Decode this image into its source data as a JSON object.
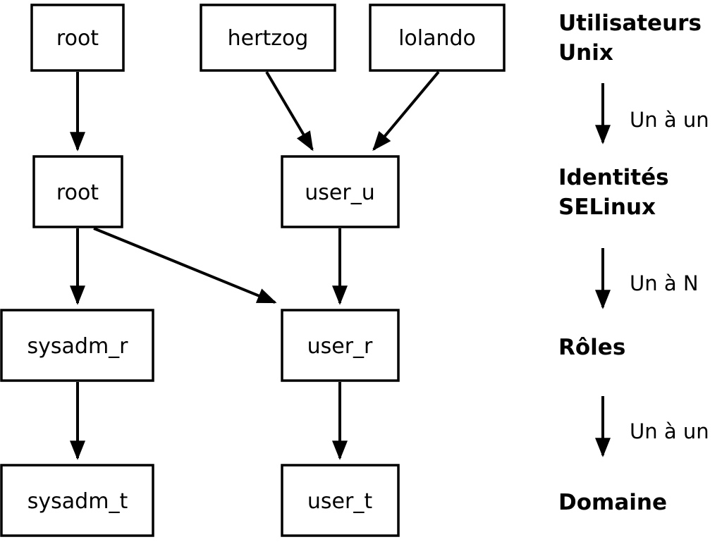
{
  "colors": {
    "background": "#ffffff",
    "line": "#000000",
    "text": "#000000"
  },
  "nodes": [
    {
      "id": "root-unix",
      "label": "root"
    },
    {
      "id": "hertzog",
      "label": "hertzog"
    },
    {
      "id": "lolando",
      "label": "lolando"
    },
    {
      "id": "root-selinux",
      "label": "root"
    },
    {
      "id": "user_u",
      "label": "user_u"
    },
    {
      "id": "sysadm_r",
      "label": "sysadm_r"
    },
    {
      "id": "user_r",
      "label": "user_r"
    },
    {
      "id": "sysadm_t",
      "label": "sysadm_t"
    },
    {
      "id": "user_t",
      "label": "user_t"
    }
  ],
  "edges": [
    {
      "from": "root-unix",
      "to": "root-selinux"
    },
    {
      "from": "hertzog",
      "to": "user_u"
    },
    {
      "from": "lolando",
      "to": "user_u"
    },
    {
      "from": "root-selinux",
      "to": "sysadm_r"
    },
    {
      "from": "root-selinux",
      "to": "user_r"
    },
    {
      "from": "user_u",
      "to": "user_r"
    },
    {
      "from": "sysadm_r",
      "to": "sysadm_t"
    },
    {
      "from": "user_r",
      "to": "user_t"
    }
  ],
  "legend": {
    "levels": [
      {
        "lines": [
          "Utilisateurs",
          "Unix"
        ]
      },
      {
        "lines": [
          "Identités",
          "SELinux"
        ]
      },
      {
        "lines": [
          "Rôles"
        ]
      },
      {
        "lines": [
          "Domaine"
        ]
      }
    ],
    "relations": [
      {
        "label": "Un à un"
      },
      {
        "label": "Un à N"
      },
      {
        "label": "Un à un"
      }
    ]
  }
}
